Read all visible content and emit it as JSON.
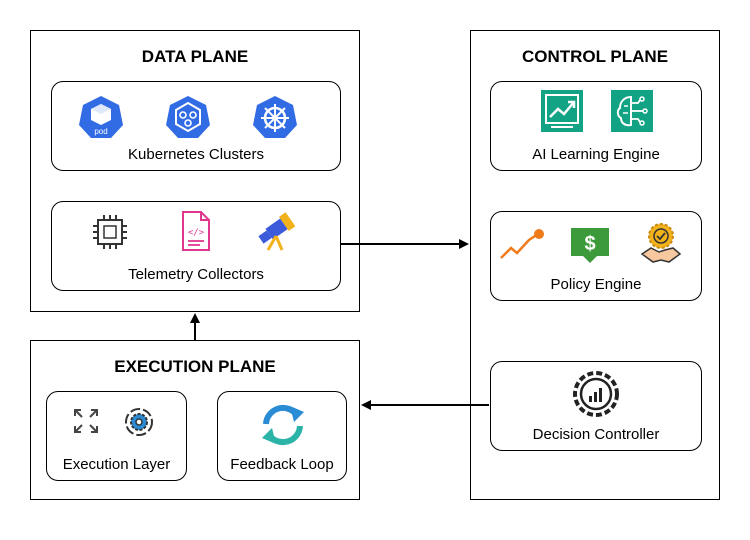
{
  "data_plane": {
    "title": "DATA PLANE",
    "kubernetes": {
      "label": "Kubernetes Clusters",
      "pod_icon_text": "pod"
    },
    "telemetry": {
      "label": "Telemetry Collectors"
    }
  },
  "control_plane": {
    "title": "CONTROL PLANE",
    "ai": {
      "label": "AI Learning Engine"
    },
    "policy": {
      "label": "Policy Engine"
    },
    "decision": {
      "label": "Decision Controller"
    }
  },
  "execution_plane": {
    "title": "EXECUTION PLANE",
    "execution_layer": {
      "label": "Execution Layer"
    },
    "feedback": {
      "label": "Feedback Loop"
    }
  },
  "colors": {
    "k8s_blue": "#326ce5",
    "teal": "#12a384",
    "pink": "#e0368c",
    "green": "#3d9a3b",
    "orange": "#f07b1a",
    "gold": "#f2b21b",
    "dark": "#333333"
  },
  "icons": [
    "pod-icon",
    "kubernetes-node-icon",
    "kubernetes-helm-icon",
    "cpu-chip-icon",
    "code-file-icon",
    "telescope-icon",
    "growth-chart-icon",
    "ai-brain-icon",
    "trend-up-icon",
    "dollar-icon",
    "handshake-badge-icon",
    "gear-chart-icon",
    "expand-icon",
    "gear-sync-icon",
    "refresh-arrows-icon"
  ]
}
